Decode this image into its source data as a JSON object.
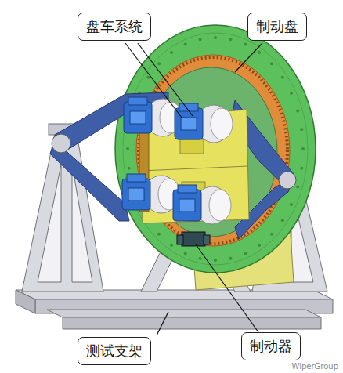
{
  "diagram": {
    "nodes": [
      {
        "text": [
          "盘车系统"
        ]
      },
      {
        "text": [
          "制动盘"
        ]
      },
      {
        "text": [
          "测试支架"
        ]
      },
      {
        "text": [
          "制动器"
        ]
      }
    ],
    "labels": [
      "WiperGroup"
    ]
  }
}
